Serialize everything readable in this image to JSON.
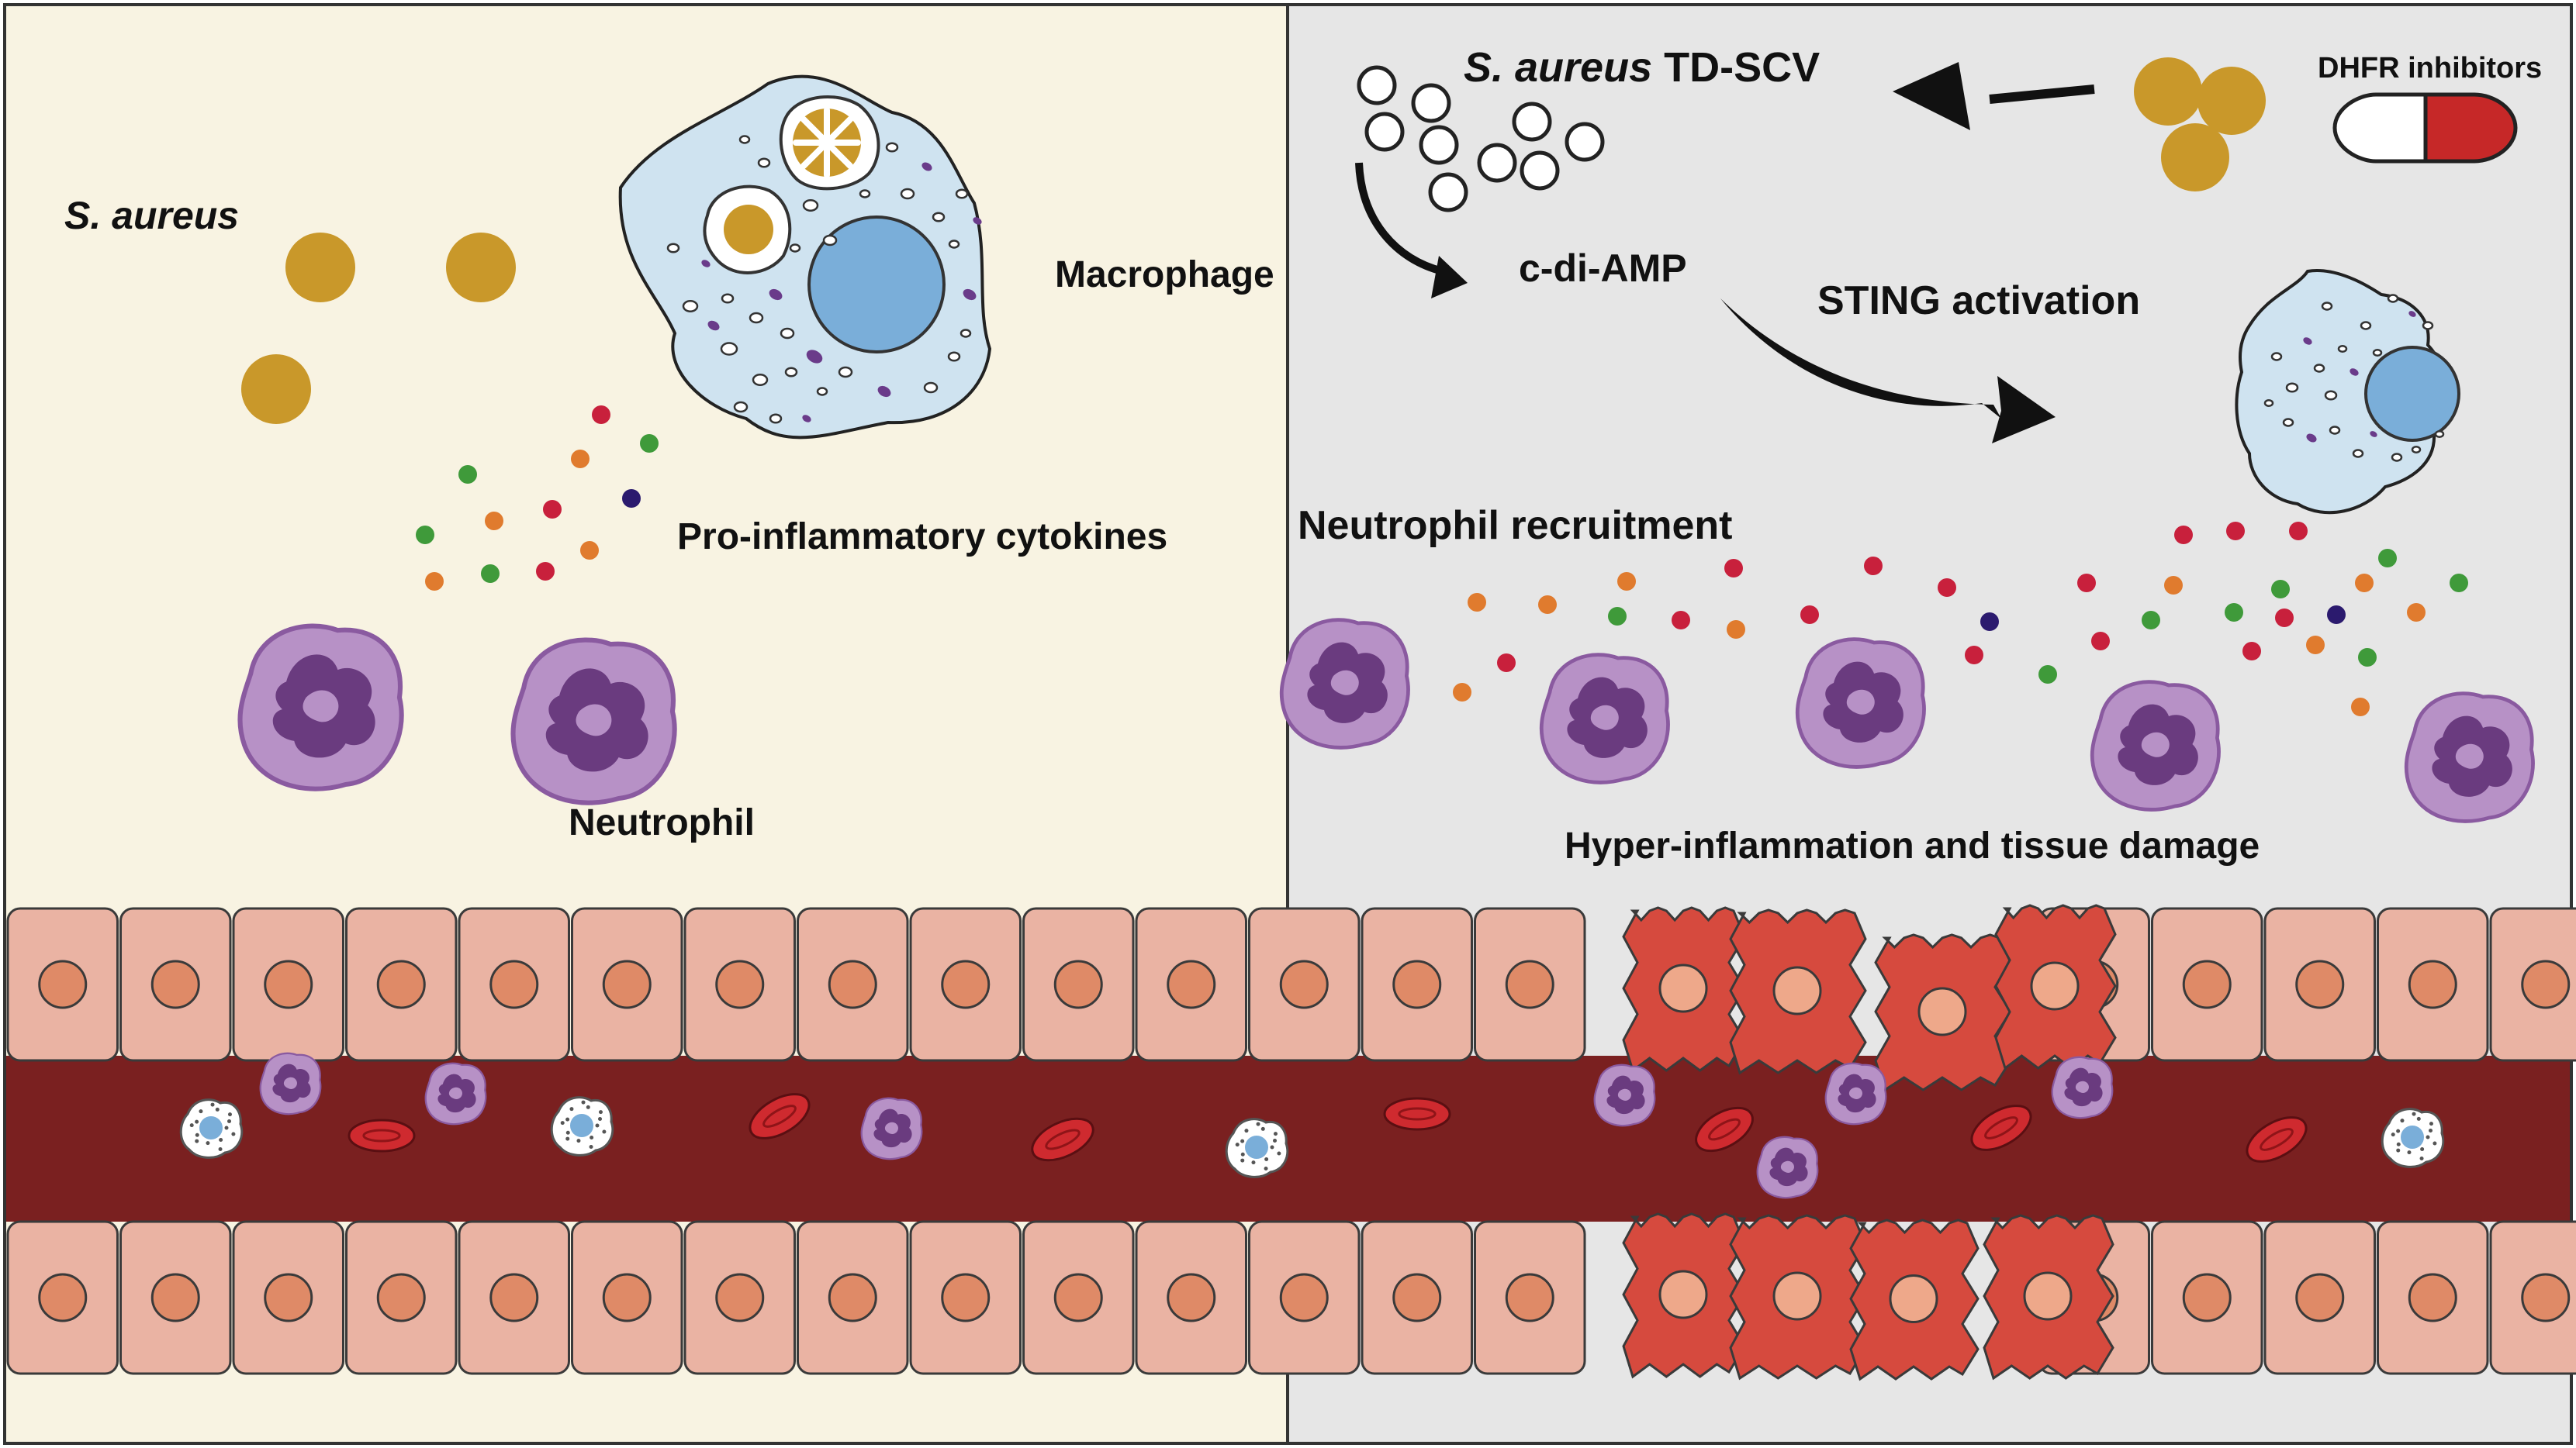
{
  "labels": {
    "s_aureus": "S. aureus",
    "macrophage": "Macrophage",
    "cytokines": "Pro-inflammatory cytokines",
    "neutrophil": "Neutrophil",
    "td_scv_species": "S. aureus",
    "td_scv_suffix": " TD-SCV",
    "dhfr": "DHFR inhibitors",
    "cdiamp": "c-di-AMP",
    "sting": "STING activation",
    "recruitment": "Neutrophil recruitment",
    "damage": "Hyper-inflammation and tissue damage"
  },
  "colors": {
    "left_panel": "#f8f3e2",
    "right_panel": "#e6e6e6",
    "bacteria": "#c9982a",
    "macrophage_fill": "#cfe3f0",
    "macrophage_nucleus": "#7aaed9",
    "neutrophil_fill": "#b791c6",
    "neutrophil_nucleus": "#6a3b7f",
    "epithelial": "#eab3a3",
    "epithelial_nucleus": "#df8a67",
    "damaged_epithelial": "#d64a3e",
    "damaged_nucleus": "#eea88a",
    "vessel": "#7a2020",
    "rbc": "#cf2a2f",
    "pill_red": "#c62828",
    "cytokine_red": "#c8203c",
    "cytokine_green": "#3f9a3a",
    "cytokine_orange": "#e07b2e",
    "cytokine_navy": "#2b1a6e"
  },
  "icons": [
    "bacteria-cluster-icon",
    "capsule-pill-icon",
    "macrophage-icon",
    "neutrophil-icon",
    "red-blood-cell-icon",
    "curved-arrow-icon"
  ]
}
